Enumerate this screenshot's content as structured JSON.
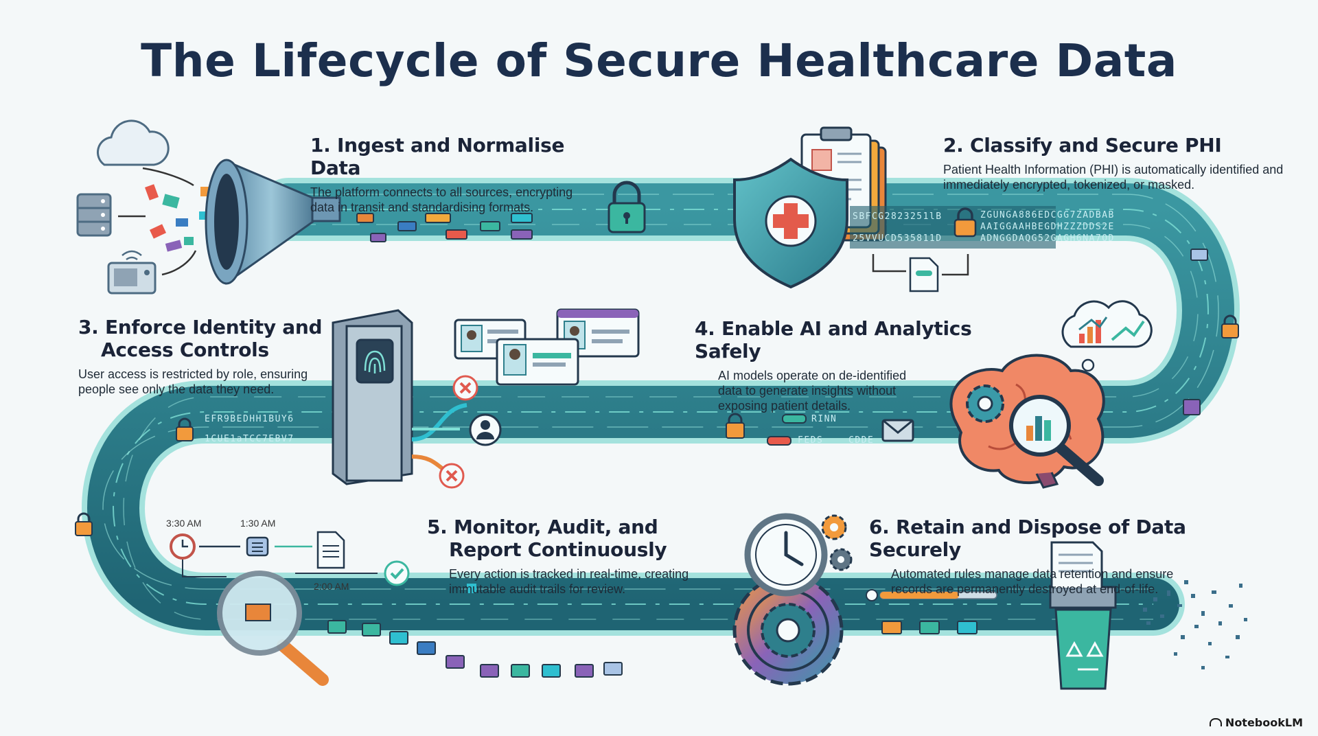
{
  "title": "The Lifecycle of Secure Healthcare Data",
  "steps": [
    {
      "heading": "1. Ingest and Normalise Data",
      "body": "The platform connects to all sources, encrypting data in transit and standardising formats."
    },
    {
      "heading": "2. Classify and Secure PHI",
      "body": "Patient Health Information (PHI) is automatically identified and immediately encrypted, tokenized, or masked."
    },
    {
      "heading_line1": "3. Enforce Identity and",
      "heading_line2": "Access Controls",
      "body": "User access is restricted by role, ensuring people see only the data they need."
    },
    {
      "heading": "4. Enable AI and Analytics Safely",
      "body": "AI models operate on de-identified data to generate insights without exposing patient details."
    },
    {
      "heading_line1": "5. Monitor, Audit, and",
      "heading_line2": "Report Continuously",
      "body": "Every action is tracked in real-time, creating immutable audit trails for review."
    },
    {
      "heading": "6. Retain and Dispose of Data Securely",
      "body": "Automated rules manage data retention and ensure records are permanently destroyed at end-of-life."
    }
  ],
  "encrypted_text": {
    "phi_left_1": "SBFCG2823251lB",
    "phi_left_2": "25VVUCD535811D",
    "phi_right_1": "ZGUNGA886EDCGG7ZADBAB",
    "phi_right_2": "AAIGGAAHBEGDHZZZDDS2E",
    "phi_right_3": "ADNGGDAQG52GAGH6NA7OD",
    "access_1": "EFR9BEDHH1BUY6",
    "access_2": "1CUE1aTCC7EBV7",
    "ai_1": "RINN",
    "ai_2": "FEDS",
    "ai_3": "CDDE"
  },
  "timeline": {
    "t1": "3:30 AM",
    "t2": "1:30 AM",
    "t3": "2:00 AM"
  },
  "brand": "NotebookLM",
  "colors": {
    "track": "#2e7f8c",
    "track_edge": "#69d3cb",
    "track_dark": "#225f6e",
    "title": "#1c2f4d",
    "shield": "#3a9aa8",
    "cross": "#e35b4b",
    "gear_orange": "#e8863a",
    "deny": "#e05a4f",
    "allow": "#3bb7a0"
  },
  "icons": [
    "cloud-icon",
    "server-icon",
    "device-icon",
    "funnel-icon",
    "lock-icon",
    "shield-icon",
    "clipboard-icon",
    "document-icon",
    "id-card-icon",
    "fingerprint-gate-icon",
    "user-icon",
    "deny-icon",
    "brain-icon",
    "gear-icon",
    "magnifier-icon",
    "bar-chart-icon",
    "envelope-icon",
    "clock-icon",
    "checkmark-icon",
    "recycle-bin-icon",
    "shredder-icon"
  ]
}
